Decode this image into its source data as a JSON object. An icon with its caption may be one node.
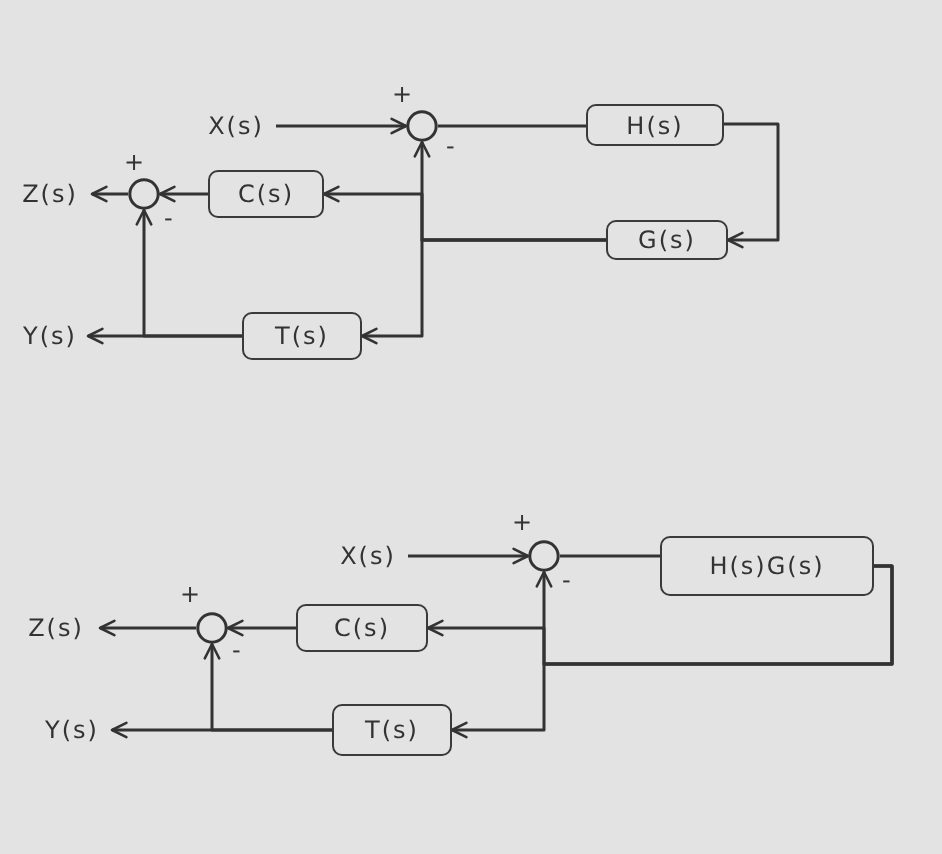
{
  "diagram": {
    "nodes": [
      {
        "text": [
          "X(s)"
        ]
      },
      {
        "text": [],
        "shape": "circle",
        "beside": [
          "+",
          "-"
        ]
      },
      {
        "text": [
          "H(s)"
        ]
      },
      {
        "text": [
          "Z(s)"
        ]
      },
      {
        "text": [],
        "shape": "circle",
        "beside": [
          "+",
          "-"
        ]
      },
      {
        "text": [
          "C(s)"
        ]
      },
      {
        "text": [
          "G(s)"
        ]
      },
      {
        "text": [
          "Y(s)"
        ]
      },
      {
        "text": [
          "T(s)"
        ]
      },
      {
        "text": [
          "X(s)"
        ]
      },
      {
        "text": [],
        "shape": "circle",
        "beside": [
          "+",
          "-"
        ]
      },
      {
        "text": [
          "H(s)G(s)"
        ]
      },
      {
        "text": [
          "Z(s)"
        ]
      },
      {
        "text": [],
        "shape": "circle",
        "beside": [
          "+",
          "-"
        ]
      },
      {
        "text": [
          "C(s)"
        ]
      },
      {
        "text": [
          "Y(s)"
        ]
      },
      {
        "text": [
          "T(s)"
        ]
      }
    ],
    "edges": [
      {
        "from": 0,
        "to": 1,
        "arrow": "to"
      },
      {
        "from": 1,
        "to": 2,
        "arrow": "none"
      },
      {
        "from": 2,
        "to": 6,
        "arrow": "to"
      },
      {
        "from": 6,
        "to": 1,
        "arrow": "to"
      },
      {
        "from": 6,
        "to": 5,
        "arrow": "to"
      },
      {
        "from": 6,
        "to": 8,
        "arrow": "to"
      },
      {
        "from": 5,
        "to": 4,
        "arrow": "to"
      },
      {
        "from": 8,
        "to": 4,
        "arrow": "to"
      },
      {
        "from": 8,
        "to": 7,
        "arrow": "to"
      },
      {
        "from": 4,
        "to": 3,
        "arrow": "to"
      },
      {
        "from": 9,
        "to": 10,
        "arrow": "to"
      },
      {
        "from": 10,
        "to": 11,
        "arrow": "none"
      },
      {
        "from": 11,
        "to": 10,
        "arrow": "to"
      },
      {
        "from": 11,
        "to": 14,
        "arrow": "to"
      },
      {
        "from": 11,
        "to": 16,
        "arrow": "to"
      },
      {
        "from": 14,
        "to": 13,
        "arrow": "to"
      },
      {
        "from": 16,
        "to": 13,
        "arrow": "to"
      },
      {
        "from": 16,
        "to": 15,
        "arrow": "to"
      },
      {
        "from": 13,
        "to": 12,
        "arrow": "to"
      }
    ]
  }
}
